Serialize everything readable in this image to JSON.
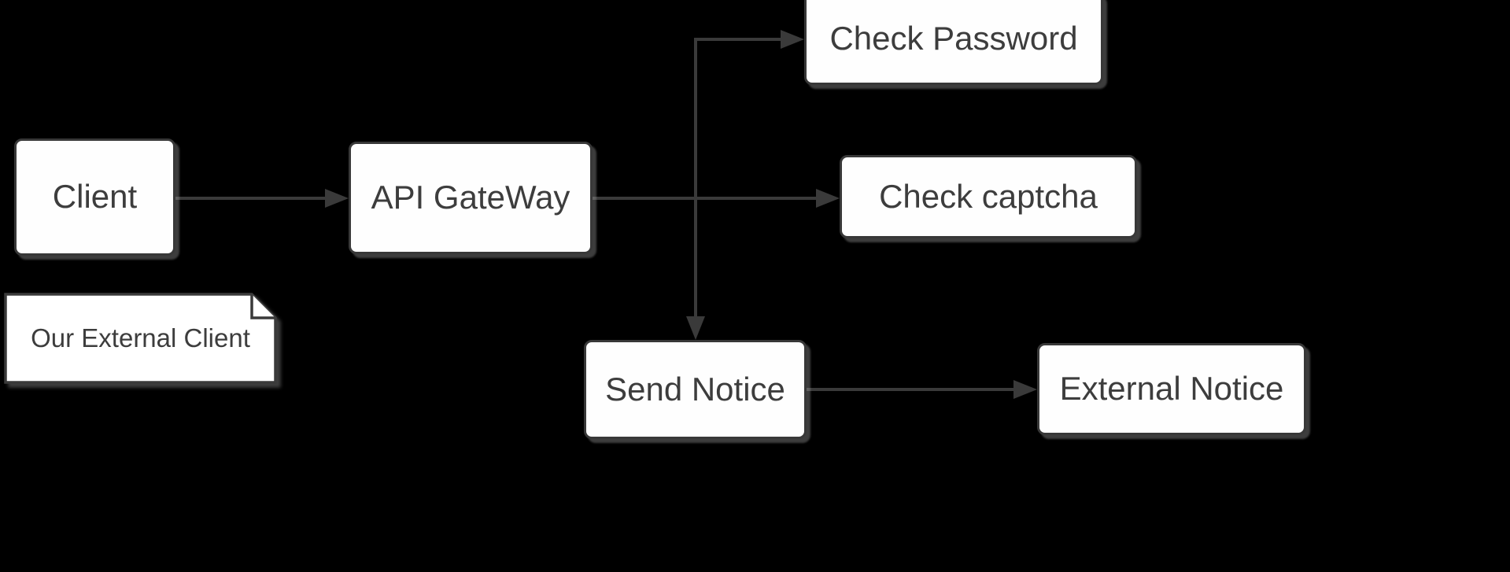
{
  "diagram": {
    "background_color": "#000000",
    "node_fill_color": "#ffffff",
    "stroke_color": "#3a3a3a",
    "text_color": "#3d3d3d",
    "nodes": {
      "client": {
        "label": "Client",
        "shape": "rounded-rectangle"
      },
      "api_gateway": {
        "label": "API GateWay",
        "shape": "rounded-rectangle"
      },
      "check_password": {
        "label": "Check Password",
        "shape": "rounded-rectangle"
      },
      "check_captcha": {
        "label": "Check captcha",
        "shape": "rounded-rectangle"
      },
      "send_notice": {
        "label": "Send Notice",
        "shape": "rounded-rectangle"
      },
      "external_notice": {
        "label": "External Notice",
        "shape": "rounded-rectangle"
      },
      "note": {
        "label": "Our External Client",
        "shape": "note"
      }
    },
    "edges": [
      {
        "from": "Client",
        "to": "API GateWay",
        "arrow": "triangle"
      },
      {
        "from": "API GateWay",
        "to": "Check Password",
        "arrow": "triangle"
      },
      {
        "from": "API GateWay",
        "to": "Check captcha",
        "arrow": "triangle"
      },
      {
        "from": "API GateWay",
        "to": "Send Notice",
        "arrow": "triangle"
      },
      {
        "from": "Send Notice",
        "to": "External Notice",
        "arrow": "triangle"
      }
    ]
  }
}
